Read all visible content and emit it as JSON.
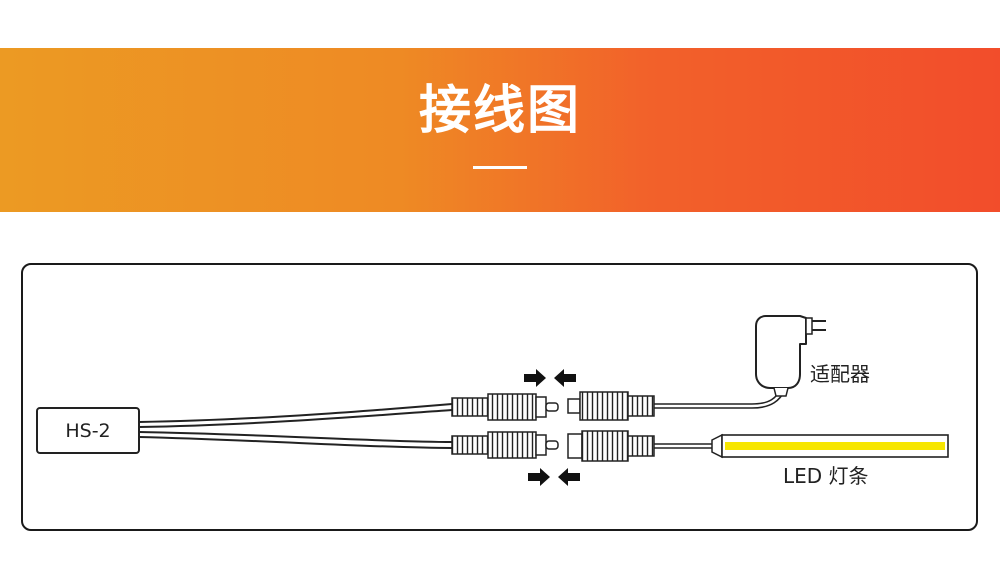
{
  "header": {
    "title": "接线图"
  },
  "diagram": {
    "controller_label": "HS-2",
    "adapter_label": "适配器",
    "strip_label": "LED 灯条",
    "colors": {
      "banner_left": "#ec9a23",
      "banner_right": "#f24d2b",
      "led_yellow": "#f7e600"
    }
  }
}
